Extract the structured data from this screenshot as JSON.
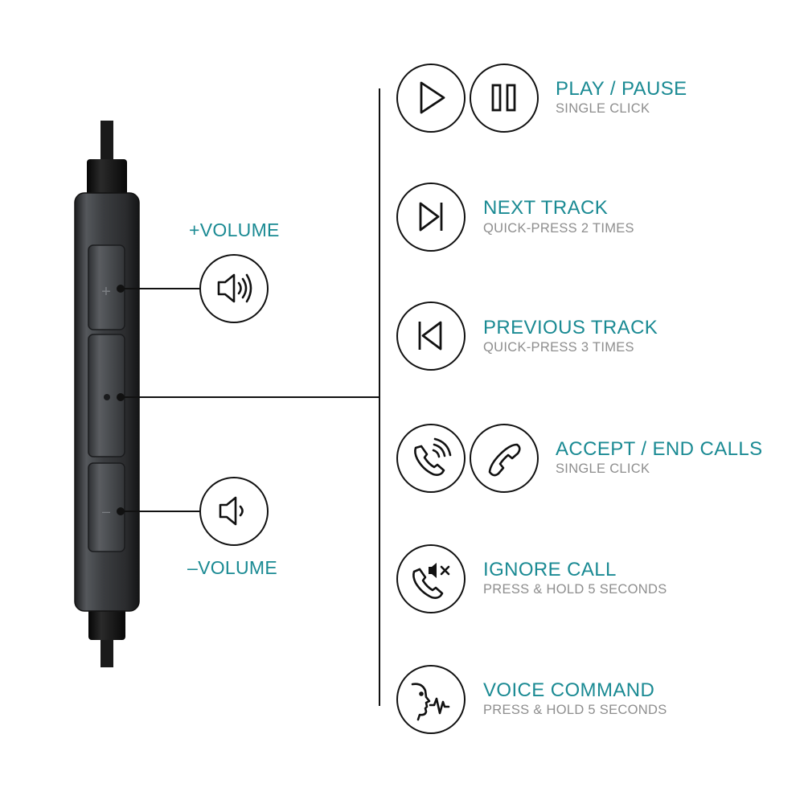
{
  "volume": {
    "plus_label": "+VOLUME",
    "minus_label": "–VOLUME"
  },
  "remote": {
    "plus_symbol": "+",
    "minus_symbol": "–"
  },
  "functions": [
    {
      "title": "PLAY / PAUSE",
      "subtitle": "SINGLE CLICK",
      "icons": [
        "play-icon",
        "pause-icon"
      ]
    },
    {
      "title": "NEXT TRACK",
      "subtitle": "QUICK-PRESS 2 TIMES",
      "icons": [
        "next-track-icon"
      ]
    },
    {
      "title": "PREVIOUS TRACK",
      "subtitle": "QUICK-PRESS 3 TIMES",
      "icons": [
        "previous-track-icon"
      ]
    },
    {
      "title": "ACCEPT / END CALLS",
      "subtitle": "SINGLE CLICK",
      "icons": [
        "phone-ringing-icon",
        "phone-icon"
      ]
    },
    {
      "title": "IGNORE CALL",
      "subtitle": "PRESS & HOLD 5 SECONDS",
      "icons": [
        "phone-muted-icon"
      ]
    },
    {
      "title": "VOICE COMMAND",
      "subtitle": "PRESS & HOLD 5 SECONDS",
      "icons": [
        "voice-command-icon"
      ]
    }
  ],
  "colors": {
    "accent": "#1a8a93",
    "subtitle": "#8e8e8e",
    "line": "#111111",
    "remote_body": "#3a3c3f"
  }
}
